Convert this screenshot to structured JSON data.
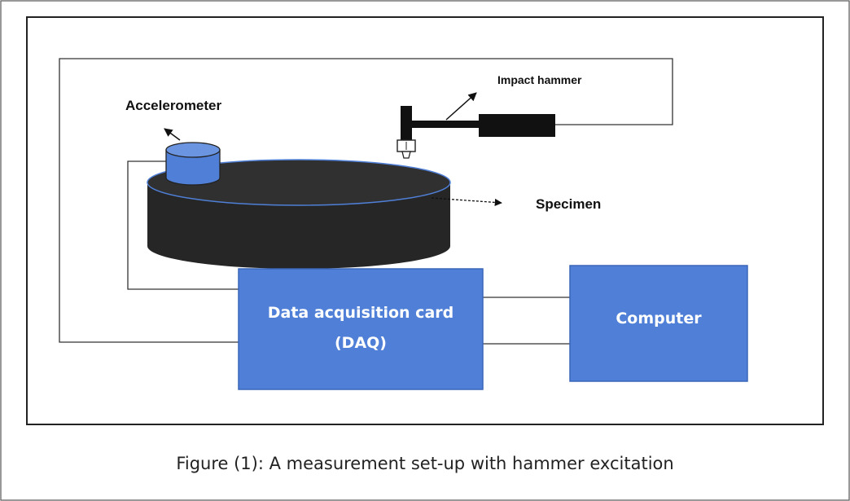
{
  "labels": {
    "accelerometer": "Accelerometer",
    "impact_hammer": "Impact hammer",
    "specimen": "Specimen",
    "daq_line1": "Data acquisition card",
    "daq_line2": "(DAQ)",
    "computer": "Computer"
  },
  "caption": "Figure (1): A measurement set-up with hammer excitation",
  "colors": {
    "box_fill": "#4f7fd6",
    "box_stroke": "#3a66b8",
    "specimen": "#262626",
    "accelerometer": "#4f7fd6",
    "hammer": "#111111"
  }
}
